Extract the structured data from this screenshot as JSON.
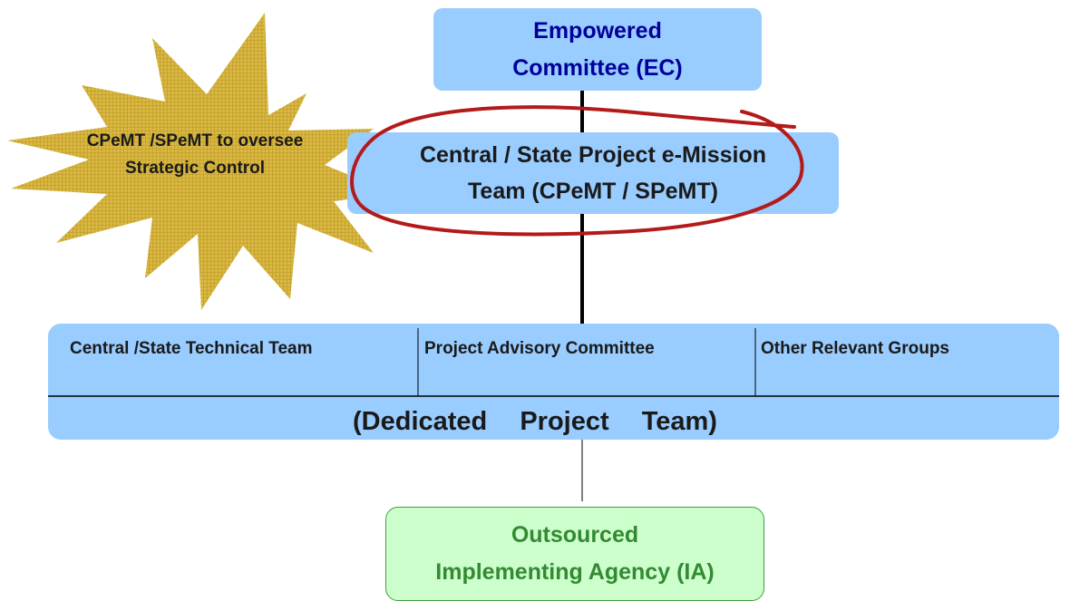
{
  "top_box": {
    "line1": "Empowered",
    "line2": "Committee (EC)"
  },
  "mission_box": {
    "line1": "Central / State Project e-Mission",
    "line2": "Team (CPeMT / SPeMT)"
  },
  "callout_star": {
    "line1": "CPeMT /SPeMT to oversee",
    "line2": "Strategic Control"
  },
  "project_team": {
    "groups": [
      "Central /State Technical Team",
      "Project Advisory  Committee",
      "Other Relevant Groups"
    ],
    "caption": "(Dedicated Project Team)"
  },
  "bottom_box": {
    "line1": "Outsourced",
    "line2": "Implementing Agency (IA)"
  },
  "colors": {
    "box_blue": "#99ccff",
    "title_navy": "#000099",
    "star_gold": "#d4b23e",
    "highlight_red": "#b31a1a",
    "agency_green_fill": "#ccffcc",
    "agency_green_text": "#338a33"
  }
}
